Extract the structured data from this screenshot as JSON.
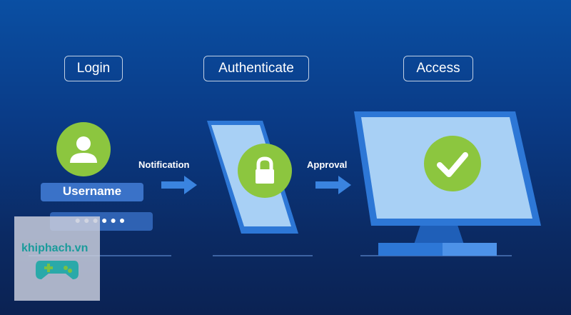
{
  "stages": [
    {
      "label": "Login"
    },
    {
      "label": "Authenticate"
    },
    {
      "label": "Access"
    }
  ],
  "flow": {
    "notification_label": "Notification",
    "approval_label": "Approval"
  },
  "login": {
    "username_label": "Username",
    "password_mask": "●●●●●●"
  },
  "watermark": {
    "text": "khiphach.vn"
  },
  "colors": {
    "accent_green": "#8cc63f",
    "arrow_blue": "#3a84e0",
    "screen_blue": "#a8d0f5"
  }
}
